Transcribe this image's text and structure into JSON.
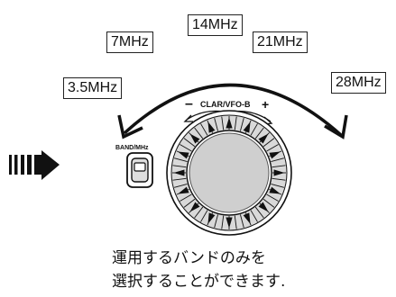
{
  "bands": {
    "b3_5": "3.5MHz",
    "b7": "7MHz",
    "b14": "14MHz",
    "b21": "21MHz",
    "b28": "28MHz"
  },
  "dial_label": "CLAR/VFO-B",
  "minus_sign": "–",
  "plus_sign": "+",
  "band_button_label": "BAND/MHz",
  "caption": {
    "line1": "運用するバンドのみを",
    "line2": "選択することができます."
  }
}
